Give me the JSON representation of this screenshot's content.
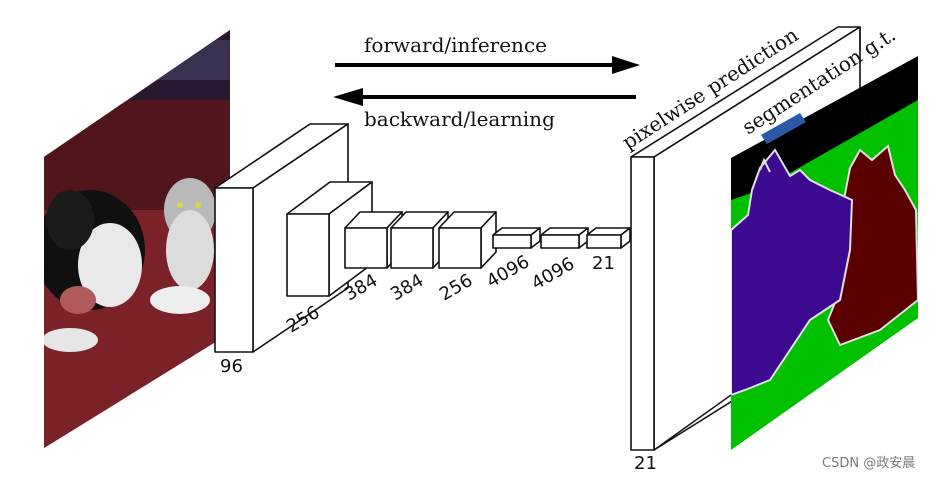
{
  "top_arrows": {
    "forward_label": "forward/inference",
    "backward_label": "backward/learning"
  },
  "rotated_labels": {
    "pixelwise_prediction": "pixelwise prediction",
    "segmentation_gt": "segmentation g.t."
  },
  "layers": [
    {
      "label": "96"
    },
    {
      "label": "256"
    },
    {
      "label": "384"
    },
    {
      "label": "384"
    },
    {
      "label": "256"
    },
    {
      "label": "4096"
    },
    {
      "label": "4096"
    },
    {
      "label": "21"
    }
  ],
  "output_label": "21",
  "watermark": "CSDN @政安晨",
  "colors": {
    "segmentation_background": "#00c000",
    "dog_class": "#3b0a90",
    "cat_class": "#5a0000",
    "border_class": "#000000",
    "highlight_box": "#2a5aa7"
  },
  "images": {
    "input_photo": "dog-and-cat-photo",
    "segmentation_map": "segmentation-ground-truth"
  }
}
